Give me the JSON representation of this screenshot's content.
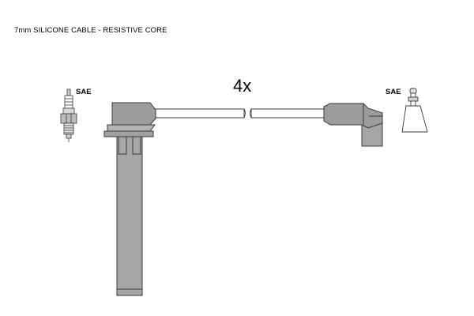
{
  "header": {
    "spec_label": "7mm SILICONE CABLE - RESISTIVE CORE"
  },
  "diagram": {
    "quantity_label": "4x",
    "left_connector_standard": "SAE",
    "right_connector_standard": "SAE"
  },
  "colors": {
    "part_fill": "#a6a6a6",
    "outline": "#3a3a3a",
    "background": "#ffffff"
  }
}
